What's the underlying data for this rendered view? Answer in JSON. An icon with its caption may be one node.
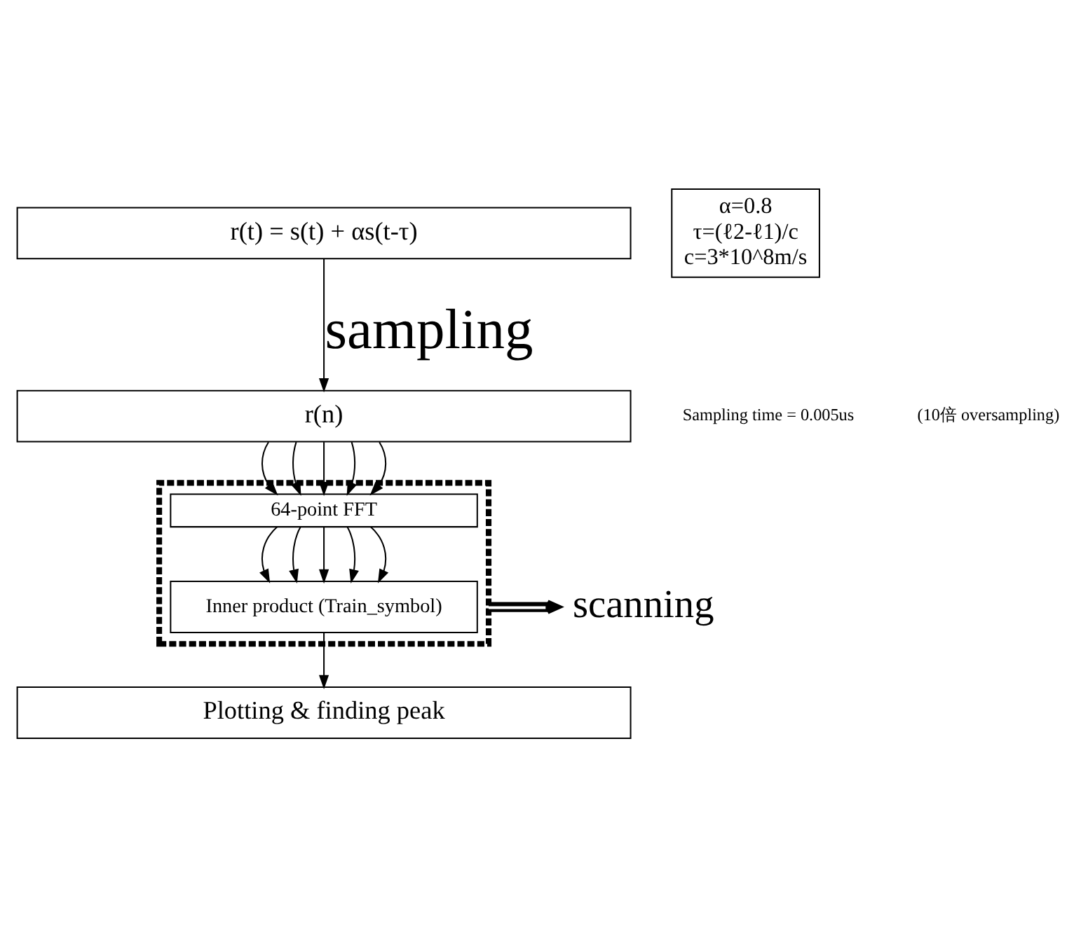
{
  "diagram": {
    "nodes": [
      {
        "text": [
          "r(t) = s(t) + αs(t-τ)"
        ]
      },
      {
        "text": [
          "α=0.8",
          "τ=(ℓ2-ℓ1)/c",
          "c=3*10^8m/s"
        ]
      },
      {
        "text": [
          "r(n)"
        ]
      },
      {
        "text": [],
        "shape": "box"
      },
      {
        "text": [
          "64-point FFT"
        ],
        "in": 3
      },
      {
        "text": [
          "Inner product (Train_symbol)"
        ],
        "in": 3
      },
      {
        "text": [
          "Plotting & finding peak"
        ]
      },
      {
        "text": [
          "scanning"
        ]
      }
    ],
    "edges": [
      {
        "from": 0,
        "to": 2,
        "arrow": "to",
        "label": "sampling"
      },
      {
        "from": 2,
        "to": 4,
        "arrow": "to"
      },
      {
        "from": 2,
        "to": 4,
        "arrow": "to"
      },
      {
        "from": 2,
        "to": 4,
        "arrow": "to"
      },
      {
        "from": 2,
        "to": 4,
        "arrow": "to"
      },
      {
        "from": 2,
        "to": 4,
        "arrow": "to"
      },
      {
        "from": 4,
        "to": 5,
        "arrow": "to"
      },
      {
        "from": 4,
        "to": 5,
        "arrow": "to"
      },
      {
        "from": 4,
        "to": 5,
        "arrow": "to"
      },
      {
        "from": 4,
        "to": 5,
        "arrow": "to"
      },
      {
        "from": 4,
        "to": 5,
        "arrow": "to"
      },
      {
        "from": 5,
        "to": 6,
        "arrow": "to"
      },
      {
        "from": 3,
        "to": 7,
        "arrow": "to",
        "style": "thick"
      }
    ],
    "labels": [
      "Sampling time = 0.005us",
      "(10倍 oversampling)"
    ]
  }
}
